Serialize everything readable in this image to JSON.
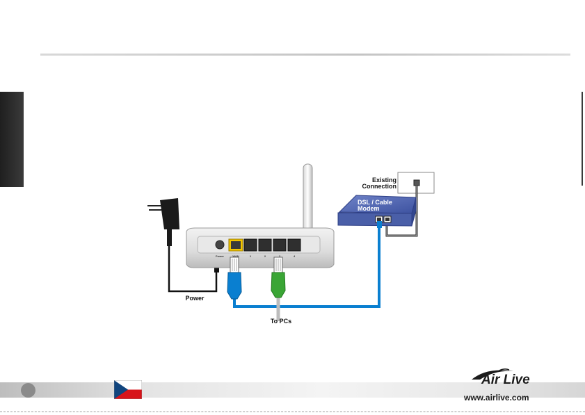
{
  "labels": {
    "existing_connection_line1": "Existing",
    "existing_connection_line2": "Connection",
    "modem_line1": "DSL / Cable",
    "modem_line2": "Modem",
    "power": "Power",
    "to_pcs": "To PCs",
    "port_power": "Power",
    "port_wan": "WAN",
    "port_1": "1",
    "port_2": "2",
    "port_3": "3",
    "port_4": "4"
  },
  "footer": {
    "brand": "Air Live",
    "url": "www.airlive.com",
    "flag_icon": "czech-flag-icon"
  },
  "colors": {
    "lan_cable": "#0a7fd0",
    "green_plug": "#3aa535",
    "wan_port": "#f2c400",
    "modem": "#4a5fa8"
  }
}
